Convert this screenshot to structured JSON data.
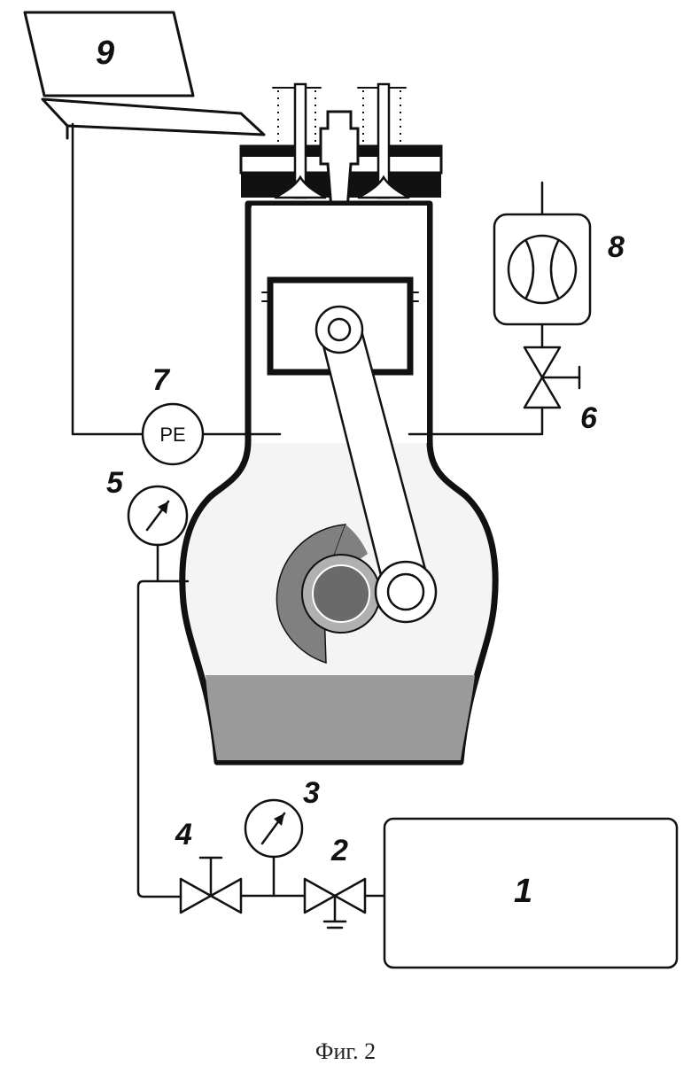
{
  "labels": {
    "n1": "1",
    "n2": "2",
    "n3": "3",
    "n4": "4",
    "n5": "5",
    "n6": "6",
    "n7": "7",
    "n8": "8",
    "n9": "9",
    "pe": "PE"
  },
  "caption": "Фиг. 2",
  "colors": {
    "ink": "#111111",
    "oil_gray": "#9a9a9a",
    "crank_gray": "#7a7a7a",
    "counterweight_gray": "#808080",
    "crankcase_fill": "#f2f2f2"
  }
}
